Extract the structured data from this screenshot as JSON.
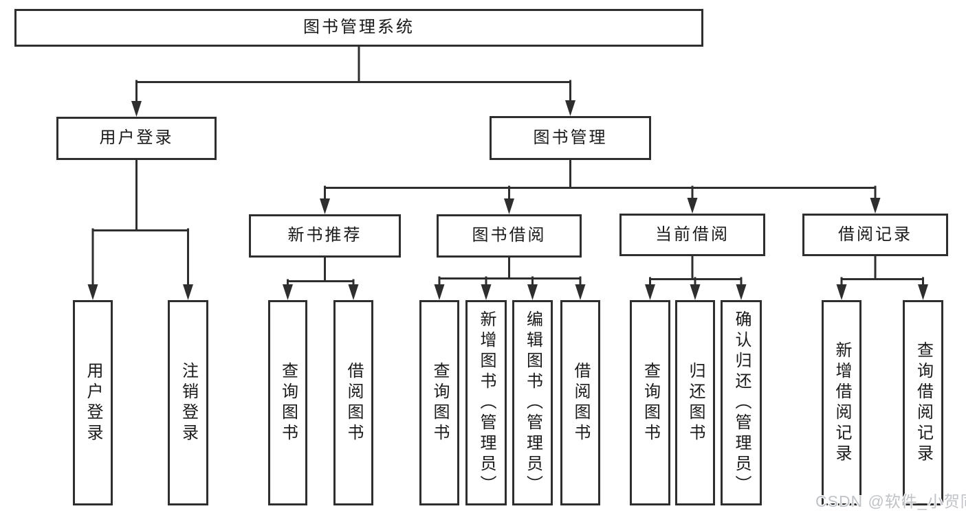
{
  "page": {
    "background": "#ffffff"
  },
  "colors": {
    "line": "#2e2e2e",
    "text": "#1a1a1a",
    "watermark": "#bfc3c7"
  },
  "watermark": {
    "text": "CSDN @软件_小贺同学"
  },
  "tree": {
    "root": {
      "label": "图书管理系统"
    },
    "branches": [
      {
        "label": "用户登录",
        "leaves": [
          {
            "label": "用户登录"
          },
          {
            "label": "注销登录"
          }
        ]
      },
      {
        "label": "图书管理",
        "groups": [
          {
            "label": "新书推荐",
            "leaves": [
              {
                "label": "查询图书"
              },
              {
                "label": "借阅图书"
              }
            ]
          },
          {
            "label": "图书借阅",
            "leaves": [
              {
                "label": "查询图书"
              },
              {
                "label": "新增图书（管理员）"
              },
              {
                "label": "编辑图书（管理员）"
              },
              {
                "label": "借阅图书"
              }
            ]
          },
          {
            "label": "当前借阅",
            "leaves": [
              {
                "label": "查询图书"
              },
              {
                "label": "归还图书"
              },
              {
                "label": "确认归还（管理员）"
              }
            ]
          },
          {
            "label": "借阅记录",
            "leaves": [
              {
                "label": "新增借阅记录"
              },
              {
                "label": "查询借阅记录"
              }
            ]
          }
        ]
      }
    ]
  }
}
